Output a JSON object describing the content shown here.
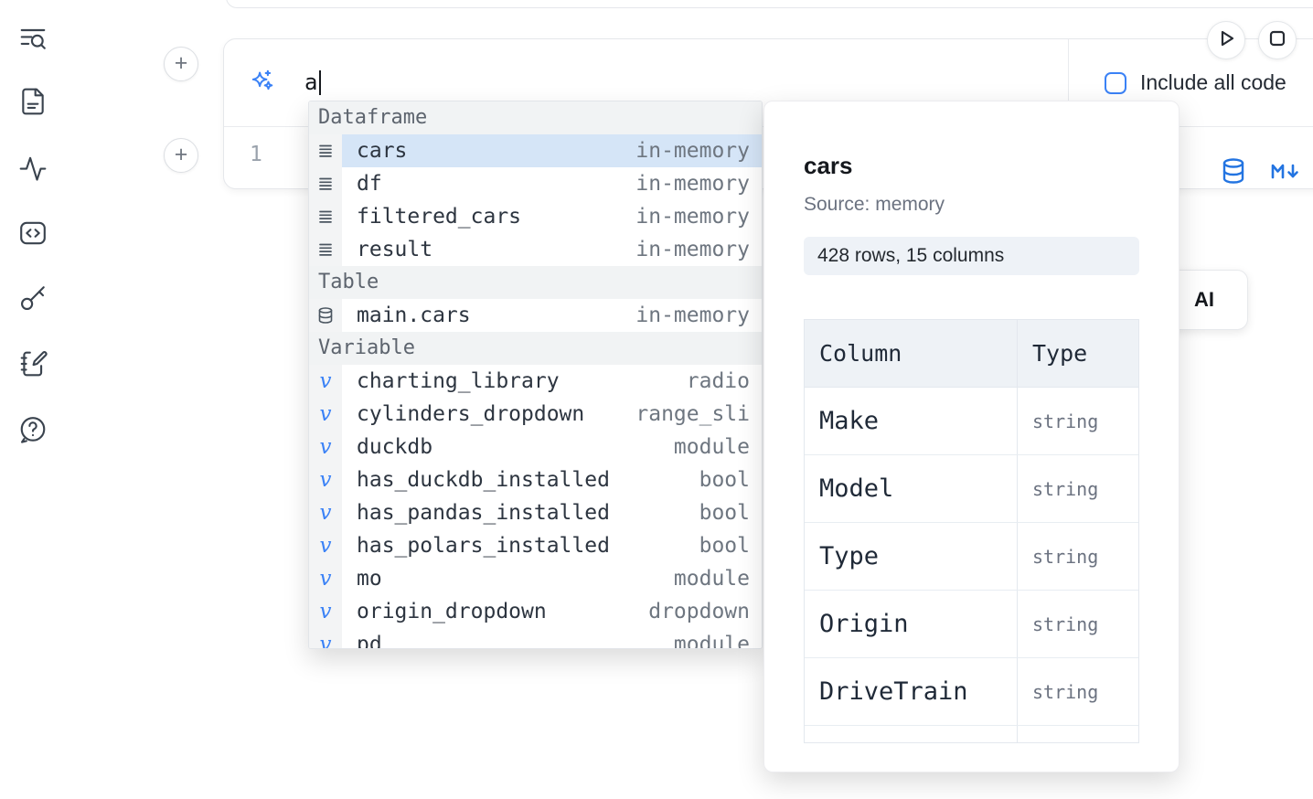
{
  "colors": {
    "accent": "#3b82f6",
    "icon_blue": "#2374e1",
    "selection": "#d5e5f7"
  },
  "sidebar": {
    "icons": [
      "search-list-icon",
      "document-icon",
      "activity-icon",
      "code-snippets-icon",
      "key-icon",
      "scratchpad-icon",
      "help-chat-icon"
    ]
  },
  "add_cell_buttons": [
    {
      "label": "+"
    },
    {
      "label": "+"
    }
  ],
  "run_controls": {
    "run_icon": "play-icon",
    "stop_icon": "stop-icon"
  },
  "prompt_cell": {
    "typed_text": "a",
    "include_all_code_label": "Include all code",
    "include_all_code_checked": false
  },
  "code_cell": {
    "line_number": "1",
    "action_icons": [
      "database-icon",
      "markdown-icon"
    ]
  },
  "partial_ai_button": {
    "label": "AI"
  },
  "autocomplete": {
    "sections": [
      {
        "label": "Dataframe",
        "items": [
          {
            "icon": "dataframe-icon",
            "name": "cars",
            "detail": "in-memory",
            "selected": true
          },
          {
            "icon": "dataframe-icon",
            "name": "df",
            "detail": "in-memory"
          },
          {
            "icon": "dataframe-icon",
            "name": "filtered_cars",
            "detail": "in-memory"
          },
          {
            "icon": "dataframe-icon",
            "name": "result",
            "detail": "in-memory"
          }
        ]
      },
      {
        "label": "Table",
        "items": [
          {
            "icon": "table-icon",
            "name": "main.cars",
            "detail": "in-memory"
          }
        ]
      },
      {
        "label": "Variable",
        "items": [
          {
            "icon": "variable-icon",
            "name": "charting_library",
            "detail": "radio"
          },
          {
            "icon": "variable-icon",
            "name": "cylinders_dropdown",
            "detail": "range_sli"
          },
          {
            "icon": "variable-icon",
            "name": "duckdb",
            "detail": "module"
          },
          {
            "icon": "variable-icon",
            "name": "has_duckdb_installed",
            "detail": "bool"
          },
          {
            "icon": "variable-icon",
            "name": "has_pandas_installed",
            "detail": "bool"
          },
          {
            "icon": "variable-icon",
            "name": "has_polars_installed",
            "detail": "bool"
          },
          {
            "icon": "variable-icon",
            "name": "mo",
            "detail": "module"
          },
          {
            "icon": "variable-icon",
            "name": "origin_dropdown",
            "detail": "dropdown"
          },
          {
            "icon": "variable-icon",
            "name": "pd",
            "detail": "module"
          }
        ]
      }
    ]
  },
  "detail_panel": {
    "title": "cars",
    "source": "Source: memory",
    "shape_badge": "428 rows, 15 columns",
    "table": {
      "headers": [
        "Column",
        "Type"
      ],
      "rows": [
        {
          "column": "Make",
          "type": "string"
        },
        {
          "column": "Model",
          "type": "string"
        },
        {
          "column": "Type",
          "type": "string"
        },
        {
          "column": "Origin",
          "type": "string"
        },
        {
          "column": "DriveTrain",
          "type": "string"
        }
      ]
    }
  }
}
